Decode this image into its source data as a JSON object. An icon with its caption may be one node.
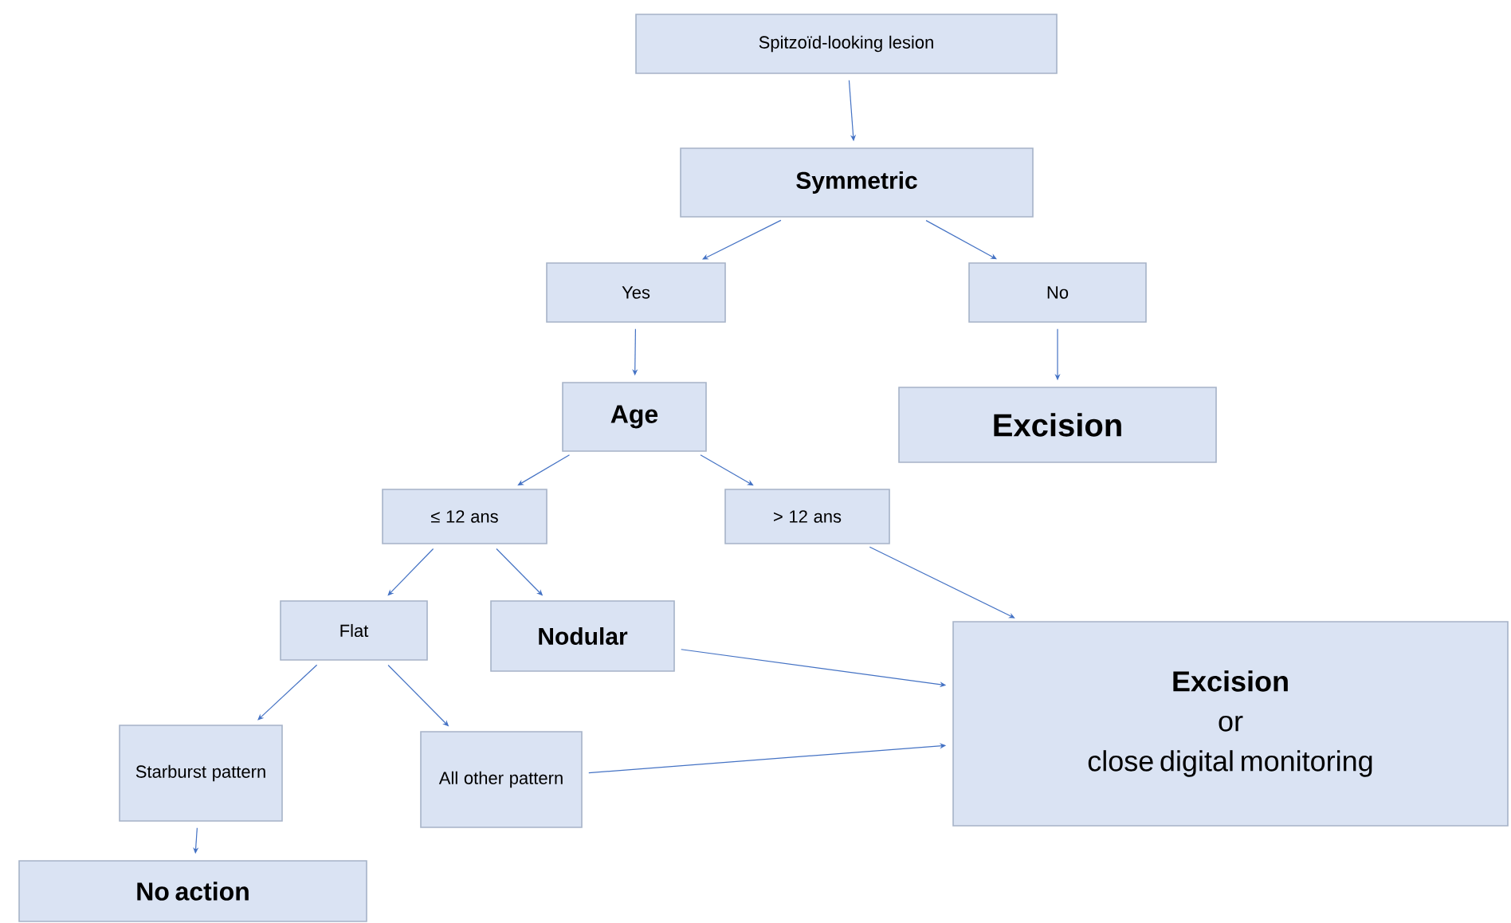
{
  "diagram": {
    "nodes": [
      {
        "text": [
          "Spitzoïd-looking lesion"
        ]
      },
      {
        "text": [
          "Symmetric"
        ]
      },
      {
        "text": [
          "Yes"
        ]
      },
      {
        "text": [
          "No"
        ]
      },
      {
        "text": [
          "Age"
        ]
      },
      {
        "text": [
          "Excision"
        ]
      },
      {
        "text": [
          "≤ 12 ans"
        ]
      },
      {
        "text": [
          "> 12 ans"
        ]
      },
      {
        "text": [
          "Flat"
        ]
      },
      {
        "text": [
          "Nodular"
        ]
      },
      {
        "text": [
          "Starburst pattern"
        ]
      },
      {
        "text": [
          "All other pattern"
        ]
      },
      {
        "text": [
          "Excision",
          "or",
          "close digital monitoring"
        ]
      },
      {
        "text": [
          "No action"
        ]
      }
    ],
    "edges": [
      {
        "from": 0,
        "to": 1,
        "arrow": "to"
      },
      {
        "from": 1,
        "to": 2,
        "arrow": "to"
      },
      {
        "from": 1,
        "to": 3,
        "arrow": "to"
      },
      {
        "from": 2,
        "to": 4,
        "arrow": "to"
      },
      {
        "from": 3,
        "to": 5,
        "arrow": "to"
      },
      {
        "from": 4,
        "to": 6,
        "arrow": "to"
      },
      {
        "from": 4,
        "to": 7,
        "arrow": "to"
      },
      {
        "from": 6,
        "to": 8,
        "arrow": "to"
      },
      {
        "from": 6,
        "to": 9,
        "arrow": "to"
      },
      {
        "from": 8,
        "to": 10,
        "arrow": "to"
      },
      {
        "from": 8,
        "to": 11,
        "arrow": "to"
      },
      {
        "from": 10,
        "to": 13,
        "arrow": "to"
      },
      {
        "from": 7,
        "to": 12,
        "arrow": "to"
      },
      {
        "from": 9,
        "to": 12,
        "arrow": "to"
      },
      {
        "from": 11,
        "to": 12,
        "arrow": "to"
      }
    ]
  }
}
